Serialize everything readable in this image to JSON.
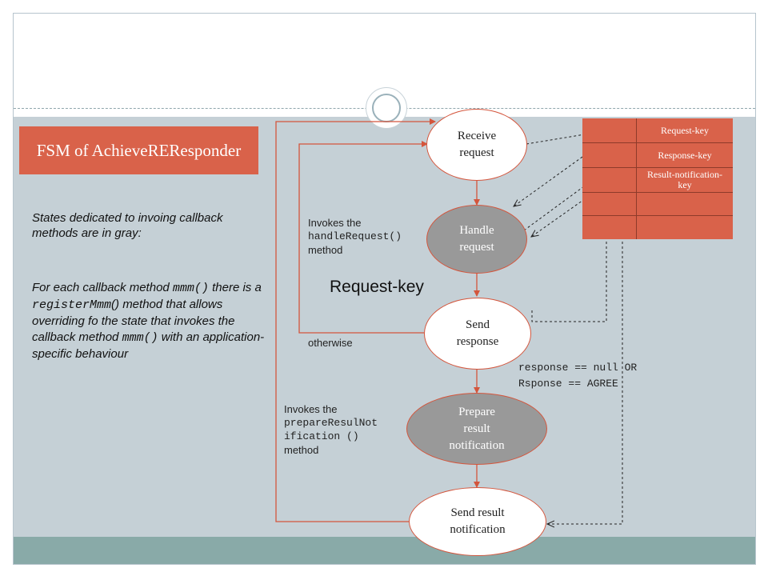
{
  "title": "FSM of AchieveREResponder",
  "notes": {
    "gray_intro": "States dedicated to invoing callback methods are in gray:",
    "p2_a": "For each callback method ",
    "p2_code1": "mmm()",
    "p2_b": " there is a ",
    "p2_code2": "registerMmm",
    "p2_c": "() method that  allows overriding fo the state that invokes the callback method ",
    "p2_code3": "mmm()",
    "p2_d": "  with an application-specific behaviour"
  },
  "states": [
    {
      "id": "receive-request",
      "label": "Receive\nrequest",
      "kind": "normal"
    },
    {
      "id": "handle-request",
      "label": "Handle\nrequest",
      "kind": "callback"
    },
    {
      "id": "send-response",
      "label": "Send\nresponse",
      "kind": "normal"
    },
    {
      "id": "prepare-result-notification",
      "label": "Prepare\nresult\nnotification",
      "kind": "callback"
    },
    {
      "id": "send-result-notification",
      "label": "Send result\nnotification",
      "kind": "normal"
    }
  ],
  "annotations": {
    "handle_invokes": "Invokes the",
    "handle_code": "handleRequest()",
    "handle_method": "method",
    "prepare_invokes": "Invokes the",
    "prepare_code_1": "prepareResulNot",
    "prepare_code_2": "ification ()",
    "prepare_method": "method",
    "otherwise": "otherwise",
    "condition_line1": "response == null OR",
    "condition_line2": "Rsponse == AGREE",
    "request_key_label": "Request-key"
  },
  "key_table": {
    "rows": [
      "Request-key",
      "Response-key",
      "Result-notification-key",
      "",
      ""
    ]
  },
  "colors": {
    "accent": "#d9624a",
    "callback_state": "#999999",
    "band": "#c5d0d6",
    "footer": "#89aaa8"
  }
}
